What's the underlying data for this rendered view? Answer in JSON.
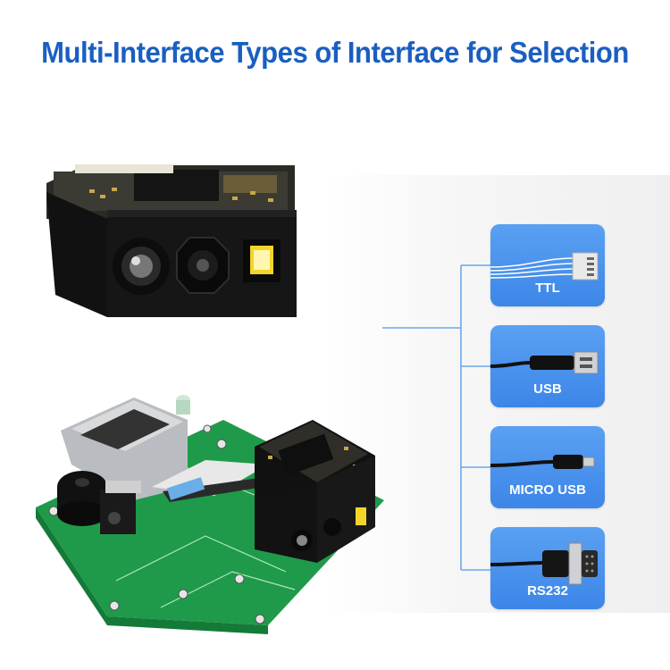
{
  "title": "Multi-Interface Types of Interface for Selection",
  "interfaces": [
    {
      "label": "TTL",
      "icon": "ttl-cable-icon"
    },
    {
      "label": "USB",
      "icon": "usb-cable-icon"
    },
    {
      "label": "MICRO USB",
      "icon": "micro-usb-cable-icon"
    },
    {
      "label": "RS232",
      "icon": "rs232-cable-icon"
    }
  ],
  "colors": {
    "title": "#1a5fc0",
    "card": "#4a94ee",
    "connector_line": "#6aa8ee",
    "pcb": "#1f9a4a",
    "module": "#1a1a1a"
  }
}
